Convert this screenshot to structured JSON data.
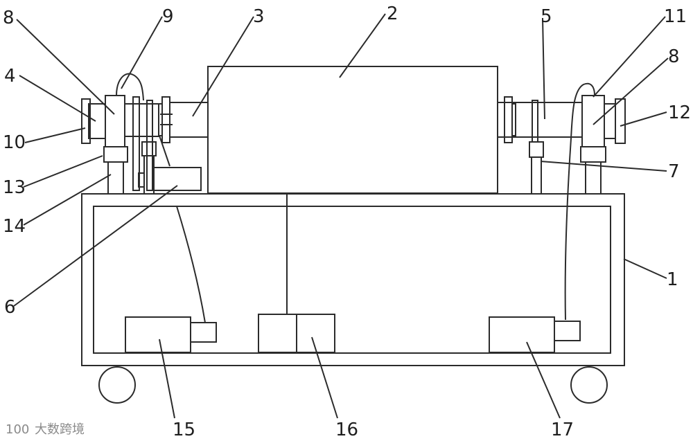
{
  "labels": {
    "l1": "1",
    "l2": "2",
    "l3": "3",
    "l4": "4",
    "l5": "5",
    "l6": "6",
    "l7": "7",
    "l8a": "8",
    "l8b": "8",
    "l9": "9",
    "l10": "10",
    "l11": "11",
    "l12": "12",
    "l13": "13",
    "l14": "14",
    "l15": "15",
    "l16": "16",
    "l17": "17"
  },
  "watermark": {
    "logo": "100",
    "text": "大数跨境"
  }
}
